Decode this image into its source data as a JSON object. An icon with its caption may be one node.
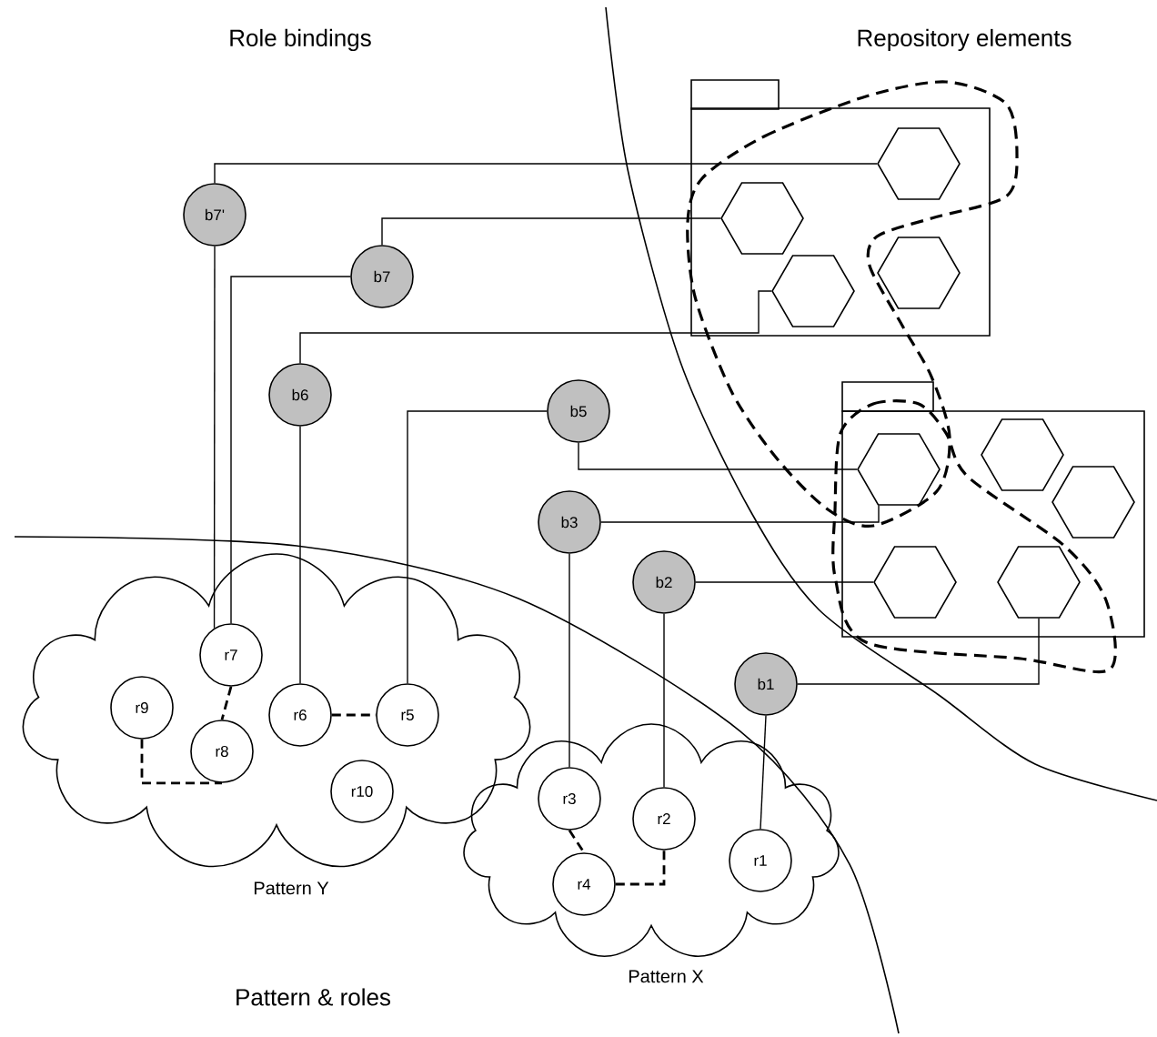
{
  "diagram": {
    "nodes": [
      {
        "text": [
          "Pattern Y"
        ]
      },
      {
        "text": [
          "r7"
        ],
        "in": 0
      },
      {
        "text": [
          "r9"
        ],
        "in": 0
      },
      {
        "text": [
          "r8"
        ],
        "in": 0
      },
      {
        "text": [
          "r6"
        ],
        "in": 0
      },
      {
        "text": [
          "r5"
        ],
        "in": 0
      },
      {
        "text": [
          "r10"
        ],
        "in": 0
      },
      {
        "text": [
          "Pattern X"
        ]
      },
      {
        "text": [
          "r3"
        ],
        "in": 7
      },
      {
        "text": [
          "r2"
        ],
        "in": 7
      },
      {
        "text": [
          "r4"
        ],
        "in": 7
      },
      {
        "text": [
          "r1"
        ],
        "in": 7
      },
      {
        "text": [],
        "shape": "box"
      },
      {
        "text": [],
        "shape": "hexagon",
        "in": 12
      },
      {
        "text": [],
        "shape": "hexagon",
        "in": 12
      },
      {
        "text": [],
        "shape": "hexagon",
        "in": 12
      },
      {
        "text": [],
        "shape": "hexagon",
        "in": 12
      },
      {
        "text": [],
        "shape": "box"
      },
      {
        "text": [],
        "shape": "hexagon",
        "in": 17
      },
      {
        "text": [],
        "shape": "hexagon",
        "in": 17
      },
      {
        "text": [],
        "shape": "hexagon",
        "in": 17
      },
      {
        "text": [],
        "shape": "hexagon",
        "in": 17
      },
      {
        "text": [],
        "shape": "hexagon",
        "in": 17
      },
      {
        "text": [
          "b7'"
        ]
      },
      {
        "text": [
          "b7"
        ]
      },
      {
        "text": [
          "b6"
        ]
      },
      {
        "text": [
          "b5"
        ]
      },
      {
        "text": [
          "b3"
        ]
      },
      {
        "text": [
          "b2"
        ]
      },
      {
        "text": [
          "b1"
        ]
      }
    ],
    "edges": [
      {
        "from": 23,
        "to": 13,
        "arrow": "none"
      },
      {
        "from": 23,
        "to": 1,
        "arrow": "none"
      },
      {
        "from": 24,
        "to": 14,
        "arrow": "none"
      },
      {
        "from": 24,
        "to": 1,
        "arrow": "none"
      },
      {
        "from": 25,
        "to": 15,
        "arrow": "none"
      },
      {
        "from": 25,
        "to": 4,
        "arrow": "none"
      },
      {
        "from": 26,
        "to": 5,
        "arrow": "none"
      },
      {
        "from": 26,
        "to": 18,
        "arrow": "none"
      },
      {
        "from": 27,
        "to": 18,
        "arrow": "none"
      },
      {
        "from": 27,
        "to": 8,
        "arrow": "none"
      },
      {
        "from": 28,
        "to": 21,
        "arrow": "none"
      },
      {
        "from": 28,
        "to": 9,
        "arrow": "none"
      },
      {
        "from": 29,
        "to": 22,
        "arrow": "none"
      },
      {
        "from": 29,
        "to": 11,
        "arrow": "none"
      },
      {
        "from": 1,
        "to": 3,
        "arrow": "none",
        "style": "dashed"
      },
      {
        "from": 2,
        "to": 3,
        "arrow": "none",
        "style": "dashed"
      },
      {
        "from": 4,
        "to": 5,
        "arrow": "none",
        "style": "dashed"
      },
      {
        "from": 8,
        "to": 10,
        "arrow": "none",
        "style": "dashed"
      },
      {
        "from": 10,
        "to": 9,
        "arrow": "none",
        "style": "dashed"
      }
    ],
    "labels": [
      "Role bindings",
      "Repository elements",
      "Pattern & roles"
    ]
  }
}
